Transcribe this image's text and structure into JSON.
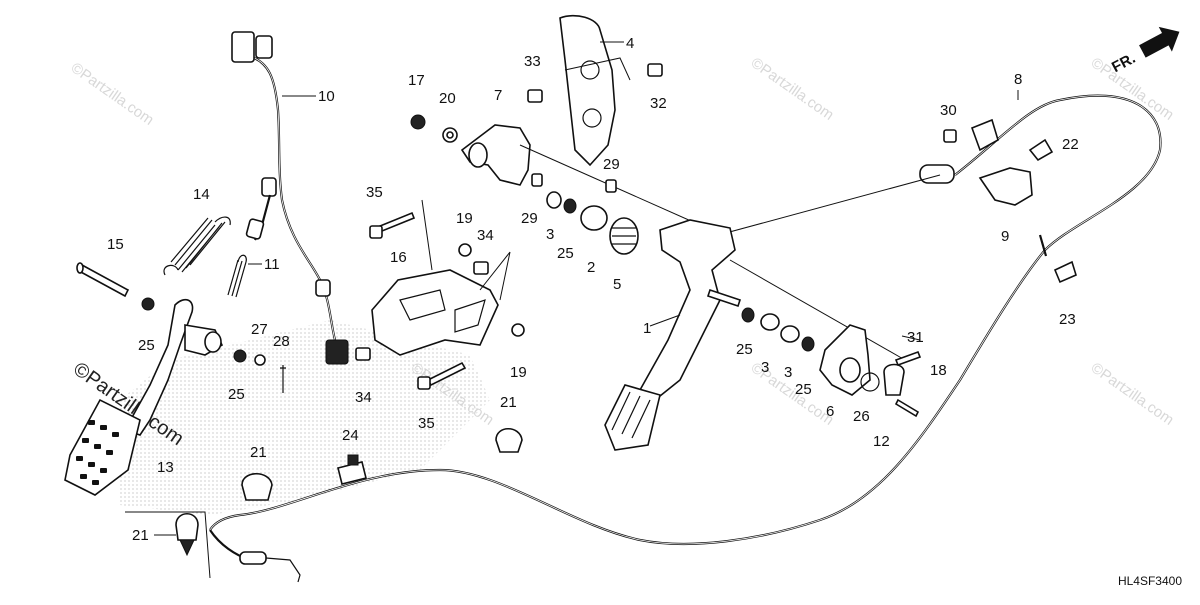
{
  "diagram": {
    "code": "HL4SF3400",
    "direction_label": "FR.",
    "watermark": "©Partzilla.com",
    "callouts": [
      {
        "id": "c1",
        "text": "1"
      },
      {
        "id": "c2",
        "text": "2"
      },
      {
        "id": "c3a",
        "text": "3"
      },
      {
        "id": "c3b",
        "text": "3"
      },
      {
        "id": "c3c",
        "text": "3"
      },
      {
        "id": "c4",
        "text": "4"
      },
      {
        "id": "c5",
        "text": "5"
      },
      {
        "id": "c6",
        "text": "6"
      },
      {
        "id": "c7",
        "text": "7"
      },
      {
        "id": "c8",
        "text": "8"
      },
      {
        "id": "c9",
        "text": "9"
      },
      {
        "id": "c10",
        "text": "10"
      },
      {
        "id": "c11",
        "text": "11"
      },
      {
        "id": "c12",
        "text": "12"
      },
      {
        "id": "c13",
        "text": "13"
      },
      {
        "id": "c14",
        "text": "14"
      },
      {
        "id": "c15",
        "text": "15"
      },
      {
        "id": "c16",
        "text": "16"
      },
      {
        "id": "c17",
        "text": "17"
      },
      {
        "id": "c18",
        "text": "18"
      },
      {
        "id": "c19a",
        "text": "19"
      },
      {
        "id": "c19b",
        "text": "19"
      },
      {
        "id": "c20",
        "text": "20"
      },
      {
        "id": "c21a",
        "text": "21"
      },
      {
        "id": "c21b",
        "text": "21"
      },
      {
        "id": "c21c",
        "text": "21"
      },
      {
        "id": "c22",
        "text": "22"
      },
      {
        "id": "c23",
        "text": "23"
      },
      {
        "id": "c24",
        "text": "24"
      },
      {
        "id": "c25a",
        "text": "25"
      },
      {
        "id": "c25b",
        "text": "25"
      },
      {
        "id": "c25c",
        "text": "25"
      },
      {
        "id": "c25d",
        "text": "25"
      },
      {
        "id": "c25e",
        "text": "25"
      },
      {
        "id": "c26",
        "text": "26"
      },
      {
        "id": "c27",
        "text": "27"
      },
      {
        "id": "c28",
        "text": "28"
      },
      {
        "id": "c29a",
        "text": "29"
      },
      {
        "id": "c29b",
        "text": "29"
      },
      {
        "id": "c30",
        "text": "30"
      },
      {
        "id": "c31",
        "text": "31"
      },
      {
        "id": "c32",
        "text": "32"
      },
      {
        "id": "c33",
        "text": "33"
      },
      {
        "id": "c34a",
        "text": "34"
      },
      {
        "id": "c34b",
        "text": "34"
      },
      {
        "id": "c35a",
        "text": "35"
      },
      {
        "id": "c35b",
        "text": "35"
      }
    ]
  }
}
